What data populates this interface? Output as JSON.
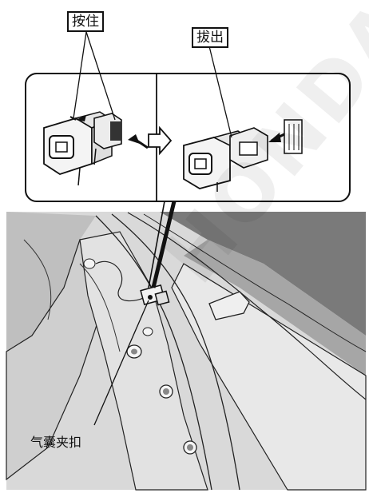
{
  "labels": {
    "press": "按住",
    "pull_out": "拔出",
    "airbag_clip": "气囊夹扣"
  },
  "watermark_text": "HONDA",
  "colors": {
    "line": "#111111",
    "panel_light": "#dcdcdc",
    "panel_mid": "#bdbdbd",
    "panel_dark": "#6f6f6f",
    "frame_bg": "#ffffff"
  }
}
